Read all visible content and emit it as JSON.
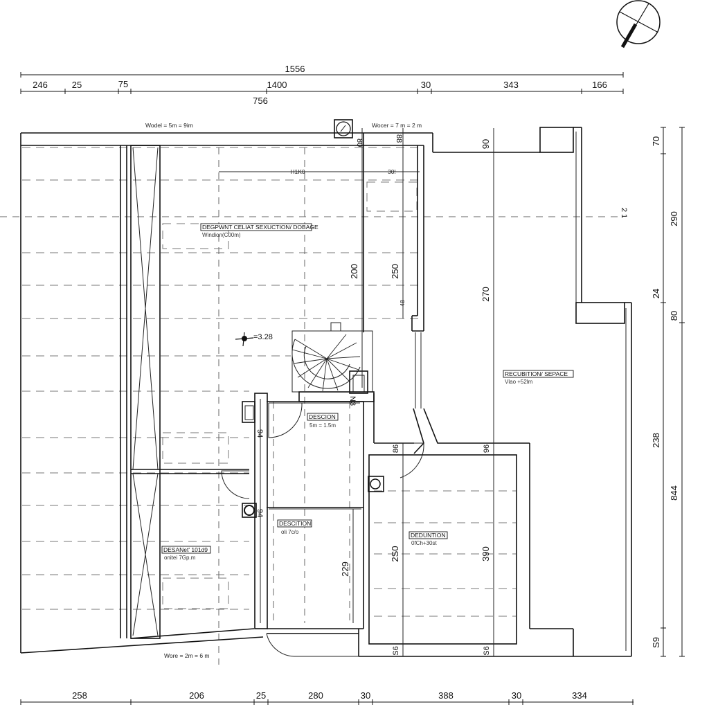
{
  "drawing": {
    "type": "floor-plan",
    "north_arrow": "compass-icon"
  },
  "dimensions": {
    "top_overall": "1556",
    "top_segments": [
      "246",
      "25",
      "75",
      "1400",
      "30",
      "343",
      "166"
    ],
    "top_sub": "756",
    "bottom_segments": [
      "258",
      "206",
      "25",
      "280",
      "30",
      "388",
      "30",
      "334"
    ],
    "right_outer": [
      "70",
      "290",
      "24",
      "238",
      "S9"
    ],
    "right_inner": [
      "80",
      "844"
    ],
    "interior": {
      "top_left_small": "80",
      "top_right_small": "88",
      "horizontal_run": "H1K0",
      "horizontal_run_end": "30!",
      "vertical_200": "200",
      "vertical_250": "250",
      "vertical_small_48": "48",
      "vertical_90": "90",
      "vertical_270": "270",
      "stair_landing": "N3",
      "desc_left_side": "94",
      "desc2_left_side": "94",
      "ded_left_top": "86",
      "ded_right_top": "96",
      "ded_left_vert": "2S0",
      "ded_right_vert": "390",
      "ded_left_bottom": "S6",
      "ded_right_bottom": "S6",
      "desc2_vert": "229"
    },
    "level_marker": "=3.28",
    "axis_marker": "2 1"
  },
  "notes": {
    "top_left": "Wodel = 5m = 9im",
    "top_right": "Wocer = 7 m = 2 m",
    "bottom": "Wore = 2m = 6 m"
  },
  "rooms": [
    {
      "name": "DEGPWNT CELIAT SEXUCTION/ DOBAGE",
      "sub": "Windion(C00m)"
    },
    {
      "name": "DESCION",
      "sub": "5m = 1.5m"
    },
    {
      "name": "DESCITION",
      "sub": "oli 7c/o"
    },
    {
      "name": "DEDUNTION",
      "sub": "0fCh+30st"
    },
    {
      "name": "RECUBITION/ SEPACE",
      "sub": "Vlao +52lm"
    },
    {
      "name": "DESANet' 101d9",
      "sub": "onitei 7Gp.m"
    }
  ]
}
